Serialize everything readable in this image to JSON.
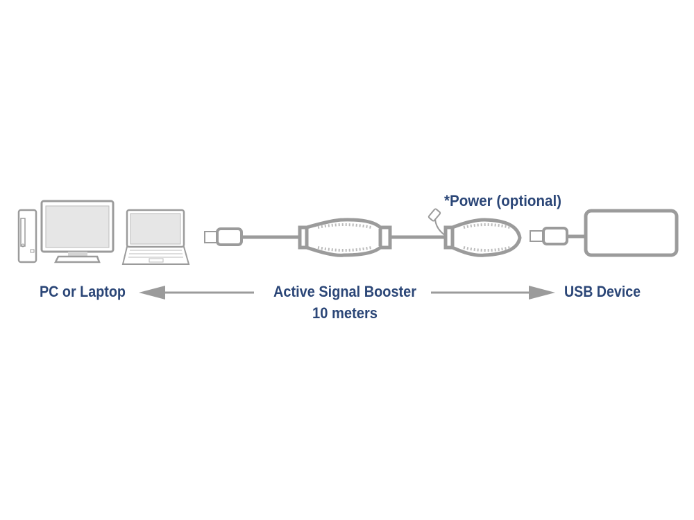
{
  "labels": {
    "pc": "PC or Laptop",
    "booster_line1": "Active Signal Booster",
    "booster_line2": "10 meters",
    "usb_device": "USB Device",
    "power": "*Power (optional)"
  },
  "colors": {
    "text": "#2b4677",
    "line": "#9b9b9b"
  }
}
